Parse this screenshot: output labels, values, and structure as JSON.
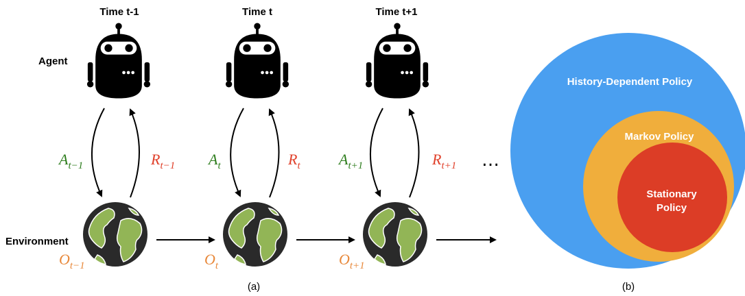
{
  "panel_a": {
    "caption": "(a)",
    "agent_label": "Agent",
    "environment_label": "Environment",
    "ellipsis": "…",
    "steps": [
      {
        "time": "Time t-1",
        "action_base": "A",
        "action_sub": "t−1",
        "reward_base": "R",
        "reward_sub": "t−1",
        "obs_base": "O",
        "obs_sub": "t−1"
      },
      {
        "time": "Time t",
        "action_base": "A",
        "action_sub": "t",
        "reward_base": "R",
        "reward_sub": "t",
        "obs_base": "O",
        "obs_sub": "t"
      },
      {
        "time": "Time t+1",
        "action_base": "A",
        "action_sub": "t+1",
        "reward_base": "R",
        "reward_sub": "t+1",
        "obs_base": "O",
        "obs_sub": "t+1"
      }
    ]
  },
  "panel_b": {
    "caption": "(b)",
    "outer_label": "History-Dependent Policy",
    "middle_label": "Markov Policy",
    "inner_label_line1": "Stationary",
    "inner_label_line2": "Policy"
  },
  "colors": {
    "action": "#2e7d1e",
    "reward": "#e0402a",
    "observation": "#e8883a",
    "outer_circle": "#4a9ff0",
    "middle_circle": "#f0ae3c",
    "inner_circle": "#dc3d26",
    "globe_land": "#92b556",
    "globe_ocean": "#2a2a2a"
  }
}
